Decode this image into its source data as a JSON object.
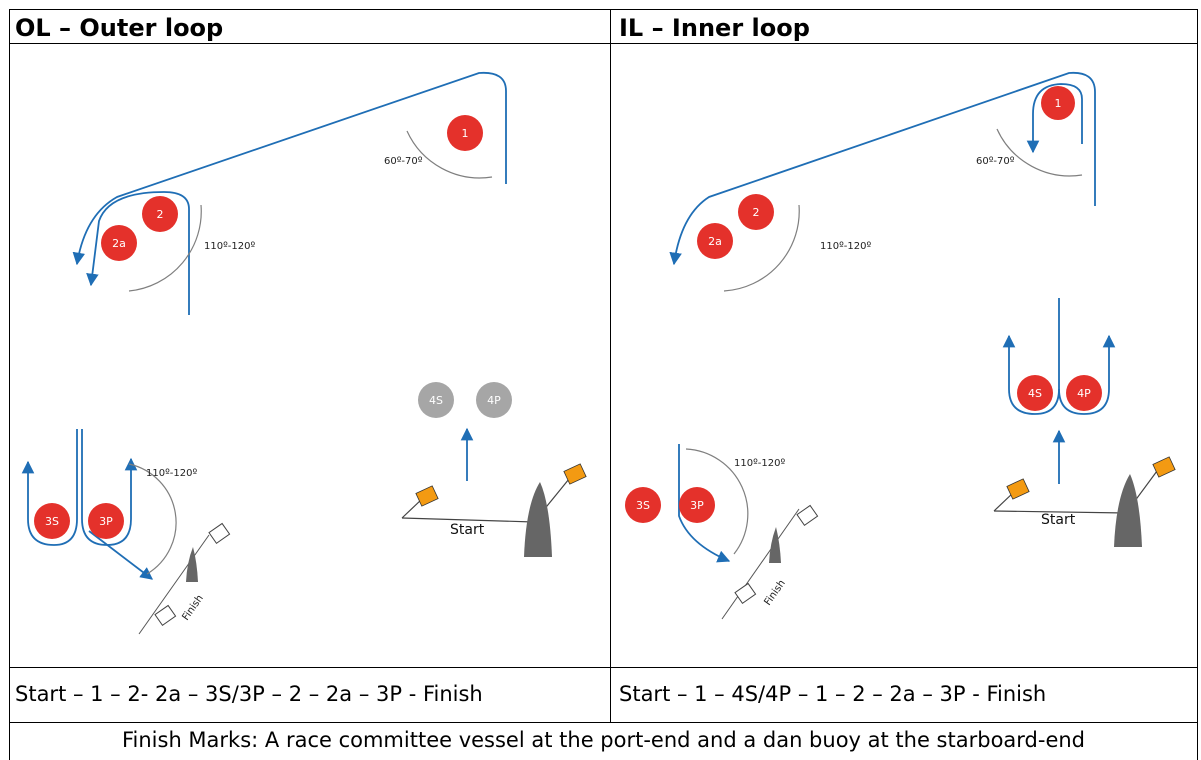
{
  "headers": {
    "outer": "OL – Outer loop",
    "inner": "IL – Inner loop"
  },
  "routes": {
    "outer": "Start – 1 – 2- 2a – 3S/3P – 2 – 2a – 3P - Finish",
    "inner": "Start – 1 – 4S/4P – 1 – 2 – 2a – 3P - Finish"
  },
  "caption": "Finish Marks: A race committee vessel at the port-end and a dan buoy at the starboard-end",
  "diagram_labels": {
    "mark_1": "1",
    "mark_2": "2",
    "mark_2a": "2a",
    "mark_3s": "3S",
    "mark_3p": "3P",
    "mark_4s": "4S",
    "mark_4p": "4P",
    "angle_60_70": "60º-70º",
    "angle_110_120": "110º-120º",
    "start": "Start",
    "finish": "Finish"
  },
  "colors": {
    "mark_red": "#e4312b",
    "mark_grey": "#a6a6a6",
    "course_blue": "#1f6eb5",
    "boat_grey": "#666666",
    "flag_orange": "#f39a12",
    "angle_grey": "#7f7f7f"
  }
}
